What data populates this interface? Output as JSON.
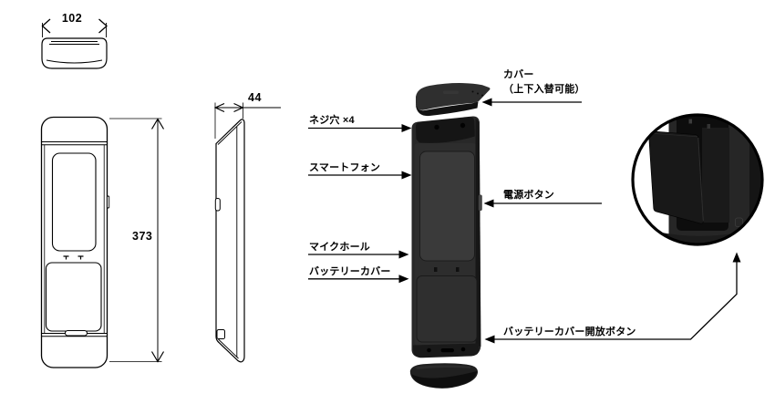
{
  "diagram": {
    "dimensions": {
      "top_width": "102",
      "front_height": "373",
      "side_depth": "44"
    },
    "callouts": {
      "cover_line1": "カバー",
      "cover_line2": "（上下入替可能）",
      "screw_holes": "ネジ穴 ×4",
      "smartphone": "スマートフォン",
      "power_button": "電源ボタン",
      "mic_hole": "マイクホール",
      "battery_cover": "バッテリーカバー",
      "battery_release": "バッテリーカバー開放ボタン"
    },
    "colors": {
      "line_art": "#000000",
      "background": "#ffffff",
      "device_body": "#282828",
      "device_face": "#2d2d2d",
      "device_inset": "#3a3a3a",
      "device_shadow": "#131313"
    }
  }
}
